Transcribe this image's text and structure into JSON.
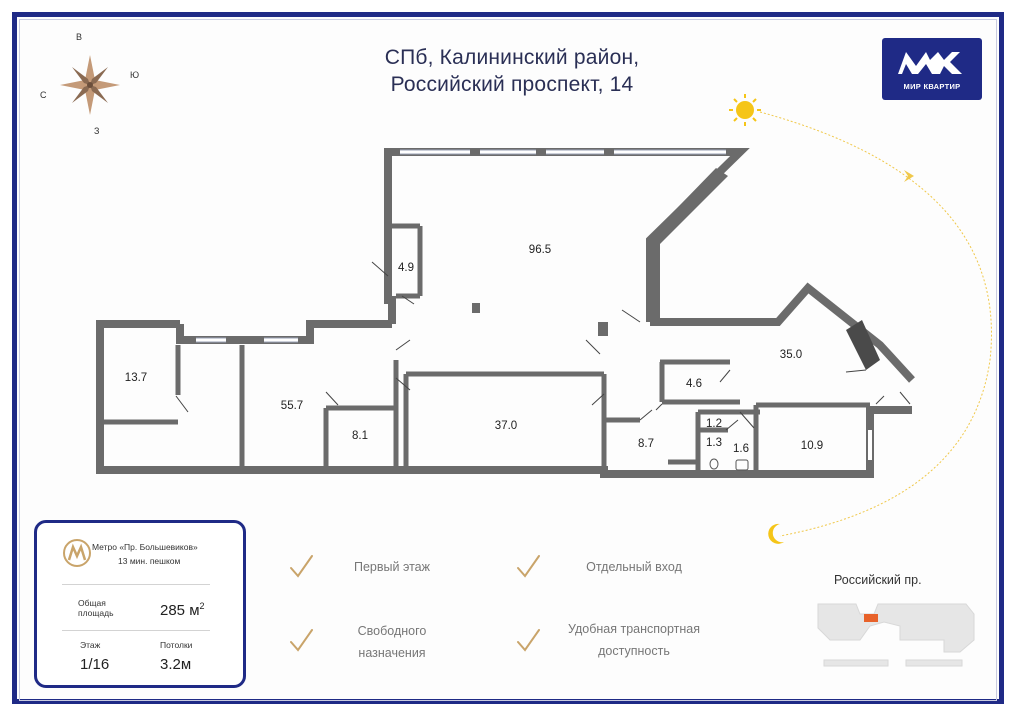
{
  "title": {
    "line1": "СПб, Калининский район,",
    "line2": "Российский проспект, 14"
  },
  "logo": {
    "text": "МИР КВАРТИР",
    "icon": "mk-logo-icon",
    "color": "#1f2a86"
  },
  "compass": {
    "north": "В",
    "east": "Ю",
    "west": "С",
    "south": "З"
  },
  "rooms": [
    "96.5",
    "4.9",
    "13.7",
    "55.7",
    "8.1",
    "37.0",
    "8.7",
    "4.6",
    "35.0",
    "1.2",
    "1.3",
    "1.6",
    "10.9"
  ],
  "info_card": {
    "metro_name": "Метро «Пр. Большевиков»",
    "metro_walk": "13 мин. пешком",
    "area_label_1": "Общая",
    "area_label_2": "площадь",
    "area_value": "285 м",
    "area_unit_sup": "2",
    "floor_label": "Этаж",
    "floor_value": "1/16",
    "ceiling_label": "Потолки",
    "ceiling_value": "3.2м"
  },
  "features": {
    "f1": "Первый этаж",
    "f2": "Отдельный вход",
    "f3_line1": "Свободного",
    "f3_line2": "назначения",
    "f4_line1": "Удобная транспортная",
    "f4_line2": "доступность"
  },
  "street_label": "Российский пр.",
  "colors": {
    "frame": "#1f2a86",
    "wall": "#6b6b6b",
    "sun": "#f5c518",
    "check": "#c9a46a",
    "marker": "#e8622a"
  }
}
